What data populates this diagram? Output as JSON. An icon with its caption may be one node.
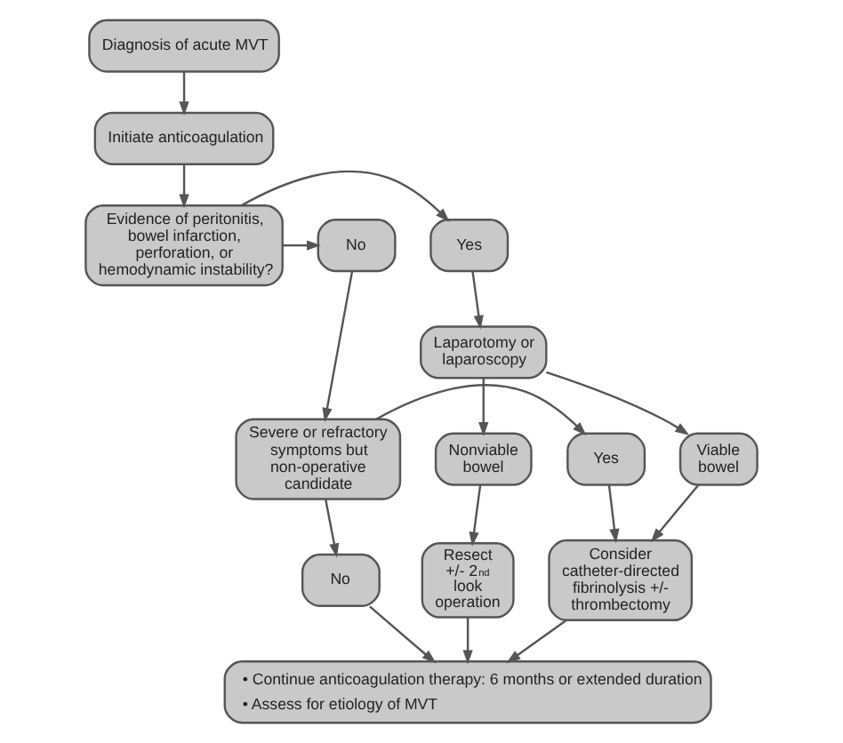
{
  "diagram": {
    "nodes": [
      {
        "text": [
          "Diagnosis of acute MVT"
        ]
      },
      {
        "text": [
          "Initiate anticoagulation"
        ]
      },
      {
        "text": [
          "Evidence of peritonitis, bowel infarction, perforation, or hemodynamic instability?"
        ]
      },
      {
        "text": [
          "Yes"
        ]
      },
      {
        "text": [
          "No"
        ]
      },
      {
        "text": [
          "Laparotomy or laparoscopy"
        ]
      },
      {
        "text": [
          "Severe or refractory symptoms but non-operative candidate"
        ]
      },
      {
        "text": [
          "Nonviable bowel"
        ]
      },
      {
        "text": [
          "Viable bowel"
        ]
      },
      {
        "text": [
          "Yes"
        ]
      },
      {
        "text": [
          "Resect +/- 2$^{nd}$ look operation"
        ]
      },
      {
        "text": [
          "Consider catheter-directed fibrinolysis +/- thrombectomy"
        ]
      },
      {
        "text": [
          "No"
        ]
      },
      {
        "text": [
          "• Continue anticoagulation therapy: 6 months or extended duration",
          "• Assess for etiology of MVT"
        ]
      }
    ],
    "edges": [
      {
        "from": 0,
        "to": 1,
        "arrow": "to"
      },
      {
        "from": 1,
        "to": 2,
        "arrow": "to"
      },
      {
        "from": 2,
        "to": 3,
        "arrow": "to"
      },
      {
        "from": 2,
        "to": 4,
        "arrow": "to"
      },
      {
        "from": 3,
        "to": 5,
        "arrow": "to"
      },
      {
        "from": 4,
        "to": 6,
        "arrow": "to"
      },
      {
        "from": 5,
        "to": 7,
        "arrow": "to"
      },
      {
        "from": 5,
        "to": 8,
        "arrow": "to"
      },
      {
        "from": 6,
        "to": 9,
        "arrow": "to"
      },
      {
        "from": 6,
        "to": 12,
        "arrow": "to"
      },
      {
        "from": 7,
        "to": 10,
        "arrow": "to"
      },
      {
        "from": 8,
        "to": 11,
        "arrow": "to"
      },
      {
        "from": 9,
        "to": 11,
        "arrow": "to"
      },
      {
        "from": 10,
        "to": 13,
        "arrow": "to"
      },
      {
        "from": 11,
        "to": 13,
        "arrow": "to"
      },
      {
        "from": 12,
        "to": 13,
        "arrow": "to"
      }
    ]
  }
}
